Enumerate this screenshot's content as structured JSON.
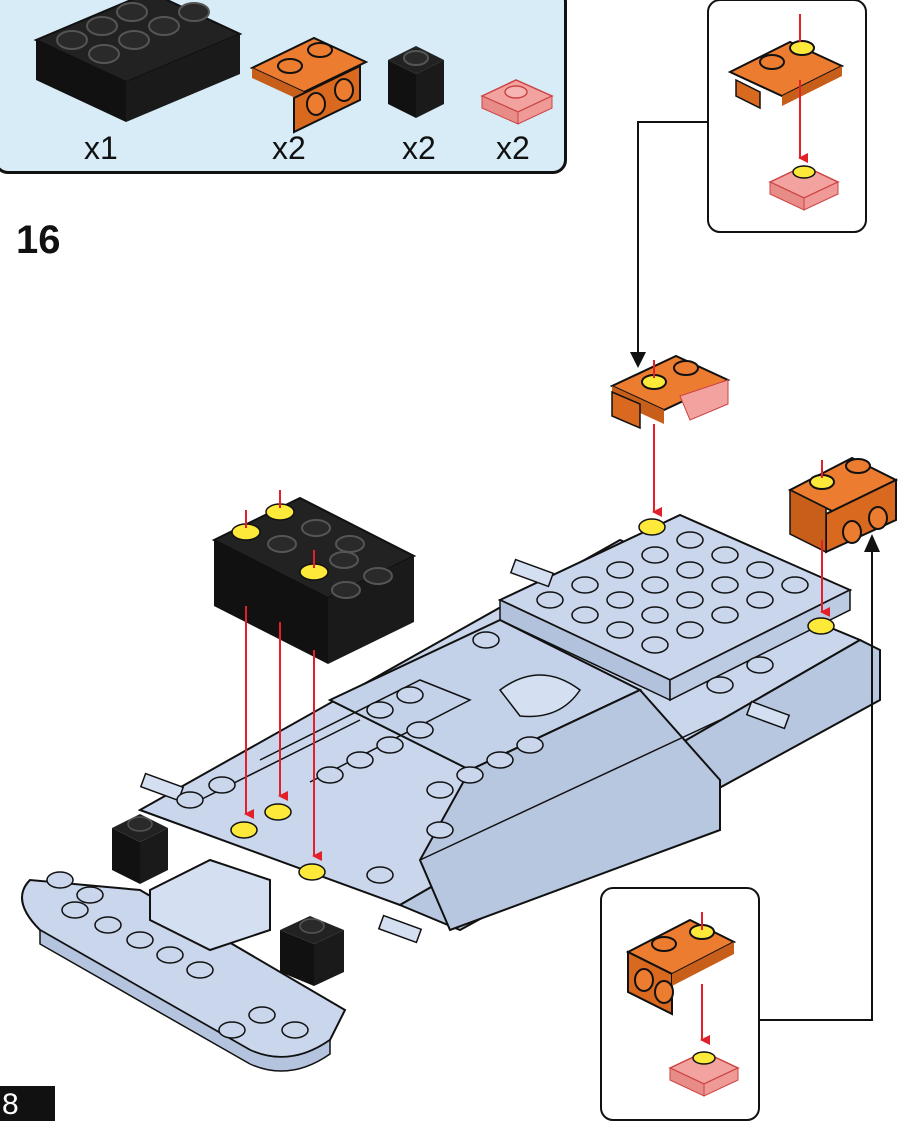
{
  "step": {
    "number": "16"
  },
  "page": {
    "number": "8"
  },
  "parts_list": [
    {
      "name": "Black brick 2x4",
      "color": "#111111",
      "quantity": "x1"
    },
    {
      "name": "Orange bracket 1x2 - 1x2",
      "color": "#ec7c30",
      "quantity": "x2"
    },
    {
      "name": "Black brick 1x1",
      "color": "#111111",
      "quantity": "x2"
    },
    {
      "name": "Transparent red plate 1x1",
      "color": "#f2a3a0",
      "quantity": "x2"
    }
  ],
  "colors": {
    "panel_bg": "#d8ecf7",
    "chassis": "#c9d6ec",
    "orange": "#ec7c30",
    "black": "#111111",
    "trans_red": "#f2a3a0",
    "stud_highlight": "#fde93a",
    "arrow_red": "#e3202a"
  }
}
